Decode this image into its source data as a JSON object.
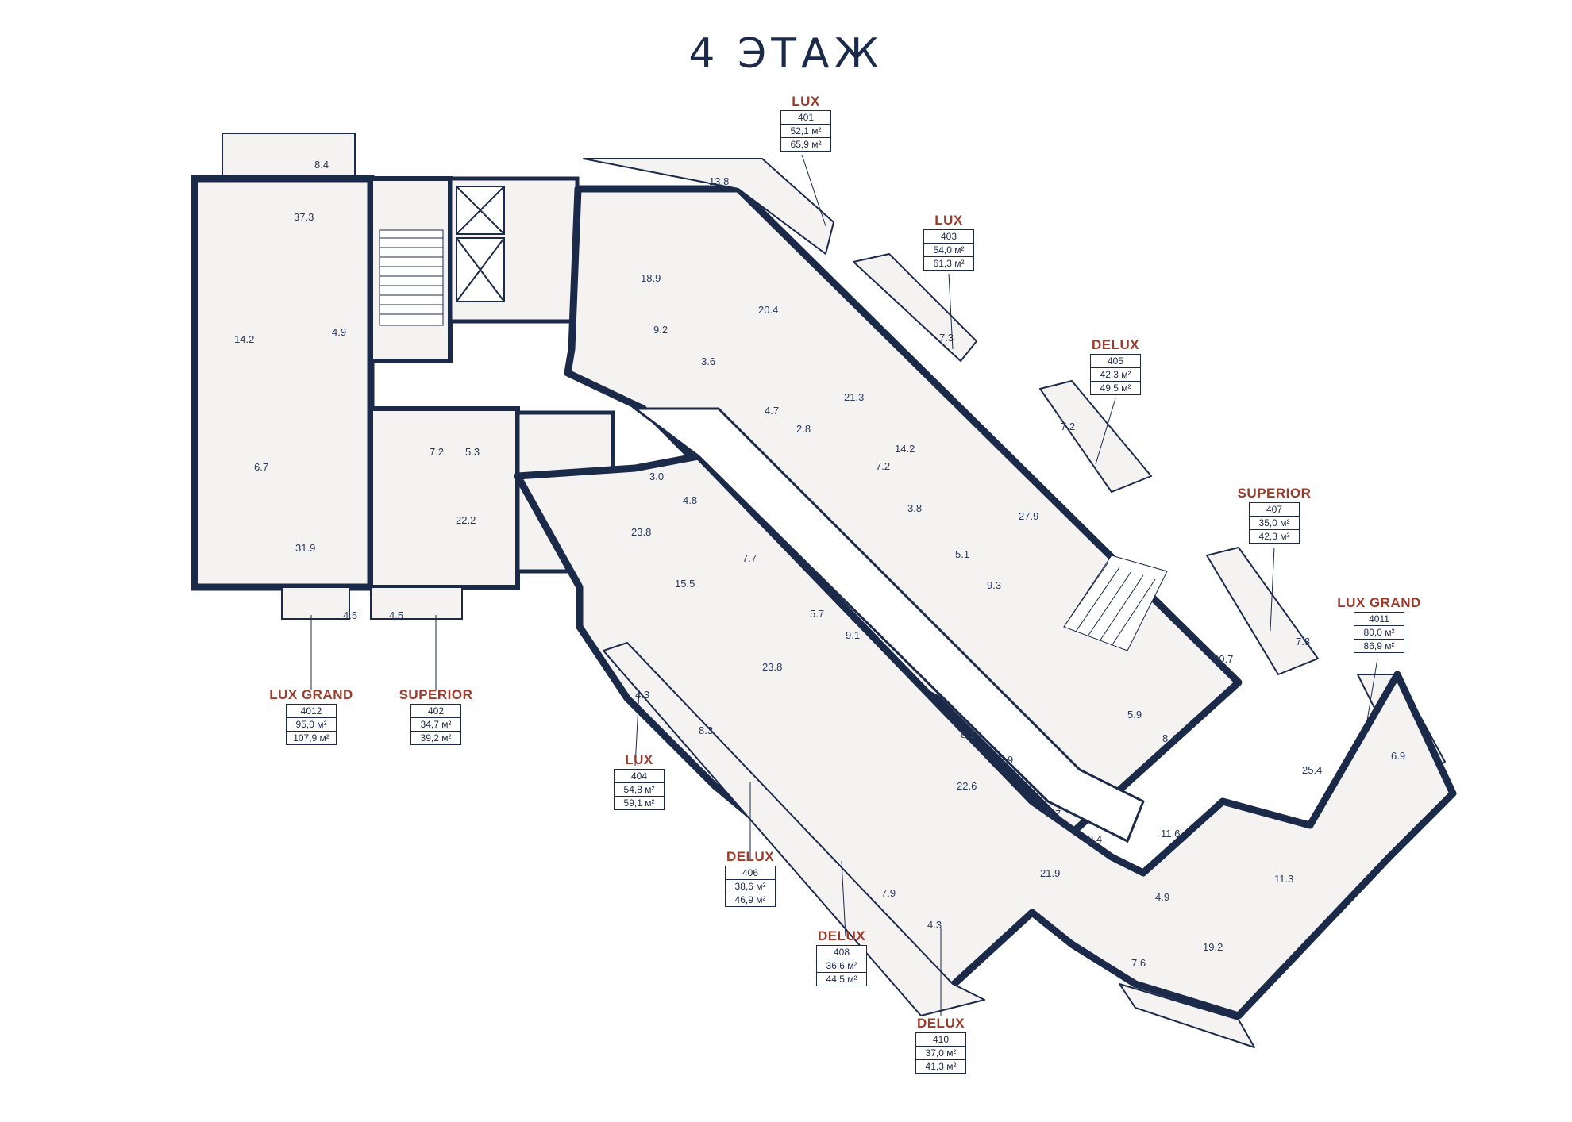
{
  "title": "4 ЭТАЖ",
  "colors": {
    "wall": "#1c2a4a",
    "floor": "#f4f3f2",
    "accent": "#9b3b2c"
  },
  "apartments": [
    {
      "class": "LUX",
      "number": "401",
      "area": "52,1 м²",
      "total": "65,9 м²"
    },
    {
      "class": "LUX",
      "number": "403",
      "area": "54,0 м²",
      "total": "61,3 м²"
    },
    {
      "class": "DELUX",
      "number": "405",
      "area": "42,3 м²",
      "total": "49,5 м²"
    },
    {
      "class": "SUPERIOR",
      "number": "407",
      "area": "35,0 м²",
      "total": "42,3 м²"
    },
    {
      "class": "LUX GRAND",
      "number": "4011",
      "area": "80,0 м²",
      "total": "86,9 м²"
    },
    {
      "class": "LUX GRAND",
      "number": "4012",
      "area": "95,0 м²",
      "total": "107,9 м²"
    },
    {
      "class": "SUPERIOR",
      "number": "402",
      "area": "34,7 м²",
      "total": "39,2 м²"
    },
    {
      "class": "LUX",
      "number": "404",
      "area": "54,8 м²",
      "total": "59,1 м²"
    },
    {
      "class": "DELUX",
      "number": "406",
      "area": "38,6 м²",
      "total": "46,9 м²"
    },
    {
      "class": "DELUX",
      "number": "408",
      "area": "36,6 м²",
      "total": "44,5 м²"
    },
    {
      "class": "DELUX",
      "number": "410",
      "area": "37,0 м²",
      "total": "41,3 м²"
    }
  ],
  "room_areas": [
    "8.4",
    "37.3",
    "4.9",
    "14.2",
    "6.7",
    "31.9",
    "4.5",
    "4.5",
    "7.2",
    "5.3",
    "22.2",
    "13.8",
    "18.9",
    "20.4",
    "9.2",
    "3.6",
    "7.3",
    "21.3",
    "4.7",
    "2.8",
    "7.2",
    "14.2",
    "3.8",
    "7.2",
    "27.9",
    "5.1",
    "9.3",
    "3.0",
    "4.8",
    "23.8",
    "7.7",
    "15.5",
    "5.7",
    "9.1",
    "23.8",
    "4.3",
    "8.3",
    "8.1",
    "5.9",
    "22.6",
    "5.7",
    "9.4",
    "21.9",
    "7.9",
    "4.3",
    "7.3",
    "20.7",
    "5.9",
    "8.4",
    "6.9",
    "25.4",
    "11.6",
    "11.3",
    "4.9",
    "7.6",
    "19.2"
  ]
}
